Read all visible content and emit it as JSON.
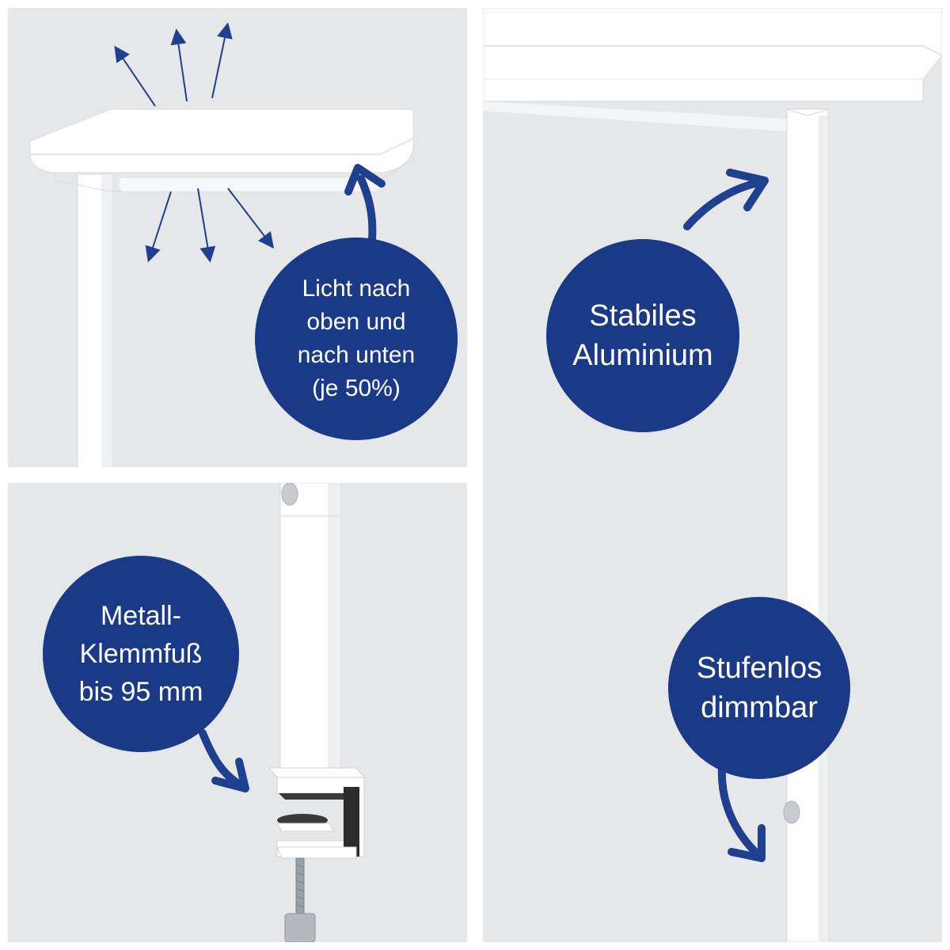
{
  "colors": {
    "panel_background": "#e6e7e9",
    "badge_blue": "#1a3a88",
    "arrow_blue": "#1f3f8f",
    "lamp_white": "#ffffff"
  },
  "panels": {
    "top_left": {
      "badge_lines": [
        "Licht nach",
        "oben und",
        "nach unten",
        "(je 50%)"
      ],
      "icons": [
        "up-arrows-icon",
        "down-arrows-icon",
        "curved-arrow-icon"
      ]
    },
    "bottom_left": {
      "badge_lines": [
        "Metall-",
        "Klemmfuß",
        "bis 95 mm"
      ],
      "icons": [
        "curved-arrow-icon"
      ]
    },
    "right_top": {
      "badge_lines": [
        "Stabiles",
        "Aluminium"
      ],
      "icons": [
        "curved-arrow-icon"
      ]
    },
    "right_bottom": {
      "badge_lines": [
        "Stufenlos",
        "dimmbar"
      ],
      "icons": [
        "curved-arrow-icon"
      ]
    }
  }
}
